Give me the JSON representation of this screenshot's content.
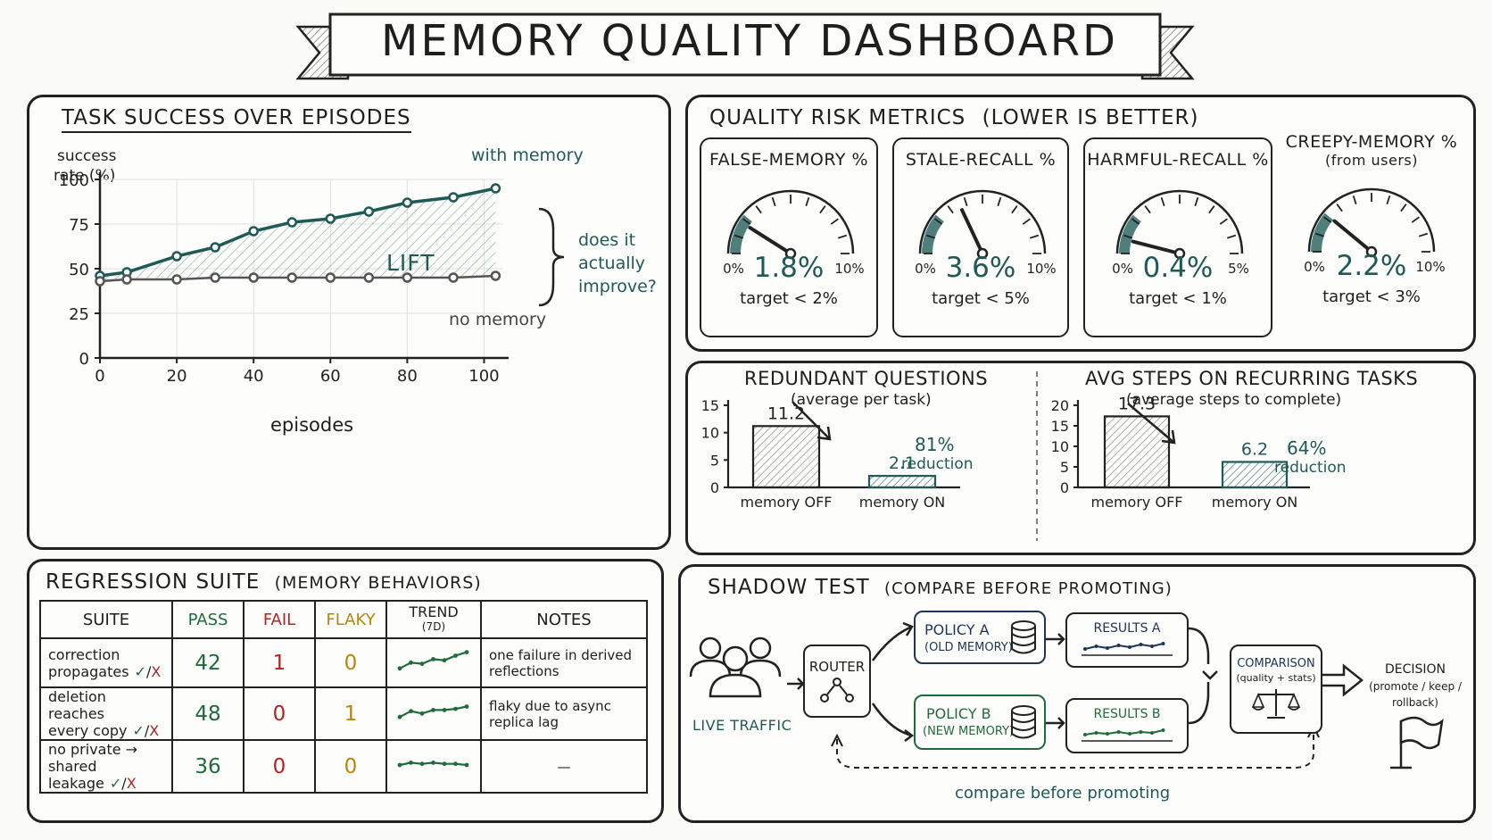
{
  "title": "MEMORY QUALITY DASHBOARD",
  "task_panel": {
    "title": "TASK SUCCESS OVER EPISODES",
    "ylabel_line1": "success",
    "ylabel_line2": "rate (%)",
    "xlabel": "episodes",
    "with_label": "with memory",
    "without_label": "no memory",
    "lift_label": "LIFT",
    "note_line1": "does it",
    "note_line2": "actually",
    "note_line3": "improve?"
  },
  "risk_panel": {
    "title": "QUALITY RISK METRICS",
    "subtitle": "(LOWER IS BETTER)"
  },
  "gauges": [
    {
      "title": "FALSE-MEMORY %",
      "subtitle": "",
      "value": 1.8,
      "value_label": "1.8%",
      "max": 10,
      "min_label": "0%",
      "max_label": "10%",
      "target": "target < 2%"
    },
    {
      "title": "STALE-RECALL %",
      "subtitle": "",
      "value": 3.6,
      "value_label": "3.6%",
      "max": 10,
      "min_label": "0%",
      "max_label": "10%",
      "target": "target < 5%"
    },
    {
      "title": "HARMFUL-RECALL %",
      "subtitle": "",
      "value": 0.4,
      "value_label": "0.4%",
      "max": 5,
      "min_label": "0%",
      "max_label": "5%",
      "target": "target < 1%"
    },
    {
      "title": "CREEPY-MEMORY %",
      "subtitle": "(from users)",
      "value": 2.2,
      "value_label": "2.2%",
      "max": 10,
      "min_label": "0%",
      "max_label": "10%",
      "target": "target < 3%"
    }
  ],
  "redundant": {
    "title": "REDUNDANT QUESTIONS",
    "subtitle": "(average per task)",
    "reduction_pct": "81%",
    "reduction_word": "reduction"
  },
  "steps": {
    "title": "AVG STEPS ON RECURRING TASKS",
    "subtitle": "(average steps to complete)",
    "reduction_pct": "64%",
    "reduction_word": "reduction"
  },
  "regression": {
    "title": "REGRESSION SUITE",
    "subtitle": "(MEMORY BEHAVIORS)",
    "headers": {
      "suite": "SUITE",
      "pass": "PASS",
      "fail": "FAIL",
      "flaky": "FLAKY",
      "trend": "TREND",
      "trend_sub": "(7D)",
      "notes": "NOTES"
    },
    "rows": [
      {
        "suite1": "correction",
        "suite2": "propagates",
        "mark_ok": "✓",
        "mark_sep": "/",
        "mark_x": "X",
        "pass": "42",
        "fail": "1",
        "flaky": "0",
        "note1": "one failure in derived",
        "note2": "reflections",
        "trend": [
          0.2,
          0.45,
          0.4,
          0.6,
          0.55,
          0.75,
          0.9
        ]
      },
      {
        "suite1": "deletion reaches",
        "suite2": "every copy",
        "mark_ok": "✓",
        "mark_sep": "/",
        "mark_x": "X",
        "pass": "48",
        "fail": "0",
        "flaky": "1",
        "note1": "flaky due to async",
        "note2": "replica lag",
        "trend": [
          0.3,
          0.55,
          0.45,
          0.6,
          0.6,
          0.65,
          0.75
        ]
      },
      {
        "suite1": "no private → shared",
        "suite2": "leakage",
        "mark_ok": "✓",
        "mark_sep": "/",
        "mark_x": "X",
        "pass": "36",
        "fail": "0",
        "flaky": "0",
        "note1": "—",
        "note2": "",
        "trend": [
          0.5,
          0.6,
          0.55,
          0.6,
          0.55,
          0.55,
          0.5
        ]
      }
    ]
  },
  "shadow": {
    "title": "SHADOW TEST",
    "subtitle": "(COMPARE BEFORE PROMOTING)",
    "live_traffic": "LIVE TRAFFIC",
    "router": "ROUTER",
    "policy_a_line1": "POLICY A",
    "policy_a_line2": "(OLD MEMORY)",
    "policy_b_line1": "POLICY B",
    "policy_b_line2": "(NEW MEMORY)",
    "results_a": "RESULTS A",
    "results_b": "RESULTS B",
    "comparison_line1": "COMPARISON",
    "comparison_line2": "(quality + stats)",
    "decision_line1": "DECISION",
    "decision_line2": "(promote / keep /",
    "decision_line3": "rollback)",
    "loop_label": "compare before promoting"
  },
  "colors": {
    "teal": "#1f5a56",
    "navy": "#1d3557",
    "green": "#1f6b3a",
    "red": "#b22222",
    "orange": "#b8860b"
  },
  "chart_data": [
    {
      "type": "line",
      "title": "TASK SUCCESS OVER EPISODES",
      "xlabel": "episodes",
      "ylabel": "success rate (%)",
      "xlim": [
        0,
        105
      ],
      "ylim": [
        0,
        100
      ],
      "xticks": [
        0,
        20,
        40,
        60,
        80,
        100
      ],
      "yticks": [
        0,
        25,
        50,
        75,
        100
      ],
      "grid": true,
      "series": [
        {
          "name": "with memory",
          "x": [
            0,
            7,
            20,
            30,
            40,
            50,
            60,
            70,
            80,
            92,
            103
          ],
          "y": [
            46,
            48,
            57,
            62,
            71,
            76,
            78,
            82,
            87,
            90,
            95
          ]
        },
        {
          "name": "no memory",
          "x": [
            0,
            7,
            20,
            30,
            40,
            50,
            60,
            70,
            80,
            92,
            103
          ],
          "y": [
            43,
            44,
            44,
            45,
            45,
            45,
            45,
            45,
            45,
            45,
            46
          ]
        }
      ]
    },
    {
      "type": "bar",
      "title": "REDUNDANT QUESTIONS",
      "categories": [
        "memory OFF",
        "memory ON"
      ],
      "values": [
        11.2,
        2.1
      ],
      "value_labels": [
        "11.2",
        "2.1"
      ],
      "ylim": [
        0,
        15
      ],
      "yticks": [
        0,
        5,
        10,
        15
      ]
    },
    {
      "type": "bar",
      "title": "AVG STEPS ON RECURRING TASKS",
      "categories": [
        "memory OFF",
        "memory ON"
      ],
      "values": [
        17.3,
        6.2
      ],
      "value_labels": [
        "17.3",
        "6.2"
      ],
      "ylim": [
        0,
        20
      ],
      "yticks": [
        0,
        5,
        10,
        15,
        20
      ]
    }
  ]
}
